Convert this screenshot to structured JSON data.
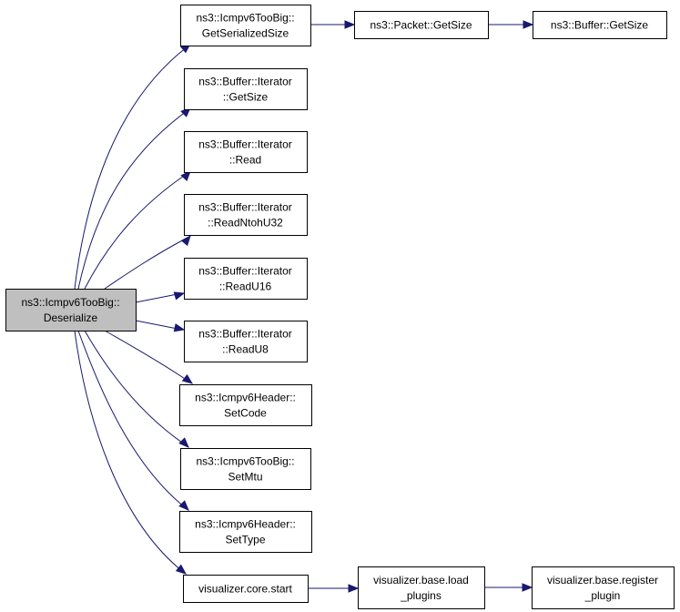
{
  "diagram": {
    "type": "call-graph",
    "colors": {
      "root_fill": "#bfbfbf",
      "node_fill": "#ffffff",
      "border": "#000000",
      "edge": "#191970"
    },
    "nodes": [
      {
        "id": "root",
        "lines": [
          "ns3::Icmpv6TooBig::",
          "Deserialize"
        ],
        "root": true
      },
      {
        "id": "getserializedsize",
        "lines": [
          "ns3::Icmpv6TooBig::",
          "GetSerializedSize"
        ]
      },
      {
        "id": "packet-getsize",
        "lines": [
          "ns3::Packet::GetSize"
        ]
      },
      {
        "id": "buffer-getsize",
        "lines": [
          "ns3::Buffer::GetSize"
        ]
      },
      {
        "id": "iterator-getsize",
        "lines": [
          "ns3::Buffer::Iterator",
          "::GetSize"
        ]
      },
      {
        "id": "iterator-read",
        "lines": [
          "ns3::Buffer::Iterator",
          "::Read"
        ]
      },
      {
        "id": "iterator-readntohu32",
        "lines": [
          "ns3::Buffer::Iterator",
          "::ReadNtohU32"
        ]
      },
      {
        "id": "iterator-readu16",
        "lines": [
          "ns3::Buffer::Iterator",
          "::ReadU16"
        ]
      },
      {
        "id": "iterator-readu8",
        "lines": [
          "ns3::Buffer::Iterator",
          "::ReadU8"
        ]
      },
      {
        "id": "header-setcode",
        "lines": [
          "ns3::Icmpv6Header::",
          "SetCode"
        ]
      },
      {
        "id": "toobig-setmtu",
        "lines": [
          "ns3::Icmpv6TooBig::",
          "SetMtu"
        ]
      },
      {
        "id": "header-settype",
        "lines": [
          "ns3::Icmpv6Header::",
          "SetType"
        ]
      },
      {
        "id": "core-start",
        "lines": [
          "visualizer.core.start"
        ]
      },
      {
        "id": "load-plugins",
        "lines": [
          "visualizer.base.load",
          "_plugins"
        ]
      },
      {
        "id": "register-plugin",
        "lines": [
          "visualizer.base.register",
          "_plugin"
        ]
      }
    ],
    "edges": [
      {
        "from": "root",
        "to": "getserializedsize"
      },
      {
        "from": "root",
        "to": "iterator-getsize"
      },
      {
        "from": "root",
        "to": "iterator-read"
      },
      {
        "from": "root",
        "to": "iterator-readntohu32"
      },
      {
        "from": "root",
        "to": "iterator-readu16"
      },
      {
        "from": "root",
        "to": "iterator-readu8"
      },
      {
        "from": "root",
        "to": "header-setcode"
      },
      {
        "from": "root",
        "to": "toobig-setmtu"
      },
      {
        "from": "root",
        "to": "header-settype"
      },
      {
        "from": "root",
        "to": "core-start"
      },
      {
        "from": "getserializedsize",
        "to": "packet-getsize"
      },
      {
        "from": "packet-getsize",
        "to": "buffer-getsize"
      },
      {
        "from": "core-start",
        "to": "load-plugins"
      },
      {
        "from": "load-plugins",
        "to": "register-plugin"
      }
    ]
  }
}
